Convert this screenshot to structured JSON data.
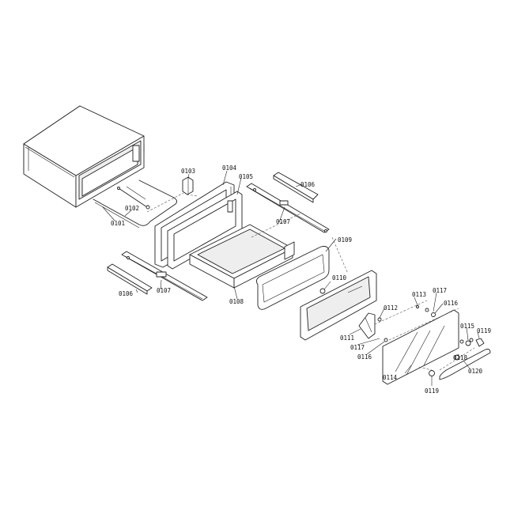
{
  "parts": {
    "p0101": "0101",
    "p0102": "0102",
    "p0103": "0103",
    "p0104": "0104",
    "p0105": "0105",
    "p0106a": "0106",
    "p0106b": "0106",
    "p0107a": "0107",
    "p0107b": "0107",
    "p0108": "0108",
    "p0109": "0109",
    "p0110": "0110",
    "p0111": "0111",
    "p0112": "0112",
    "p0113": "0113",
    "p0114": "0114",
    "p0115": "0115",
    "p0116a": "0116",
    "p0116b": "0116",
    "p0117a": "0117",
    "p0117b": "0117",
    "p0118": "0118",
    "p0119a": "0119",
    "p0119b": "0119",
    "p0120": "0120"
  }
}
